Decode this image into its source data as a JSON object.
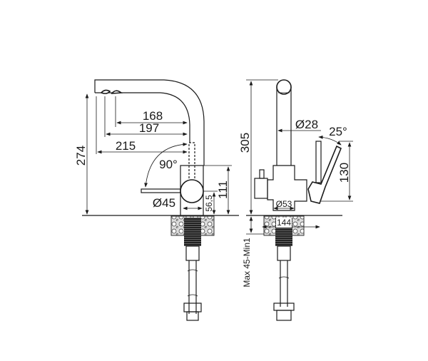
{
  "side_view": {
    "dimensions": {
      "height_total": "274",
      "reach_168": "168",
      "reach_197": "197",
      "reach_215": "215",
      "rotation": "90°",
      "body_diameter": "Ø45",
      "lever_height": "56,5",
      "body_height": "111"
    }
  },
  "front_view": {
    "dimensions": {
      "height_total": "305",
      "spout_diameter": "Ø28",
      "lever_angle": "25°",
      "lever_height": "130",
      "base_diameter": "Ø53",
      "hole_diameter": "144",
      "countertop_thickness": "Max 45-Min1"
    }
  }
}
